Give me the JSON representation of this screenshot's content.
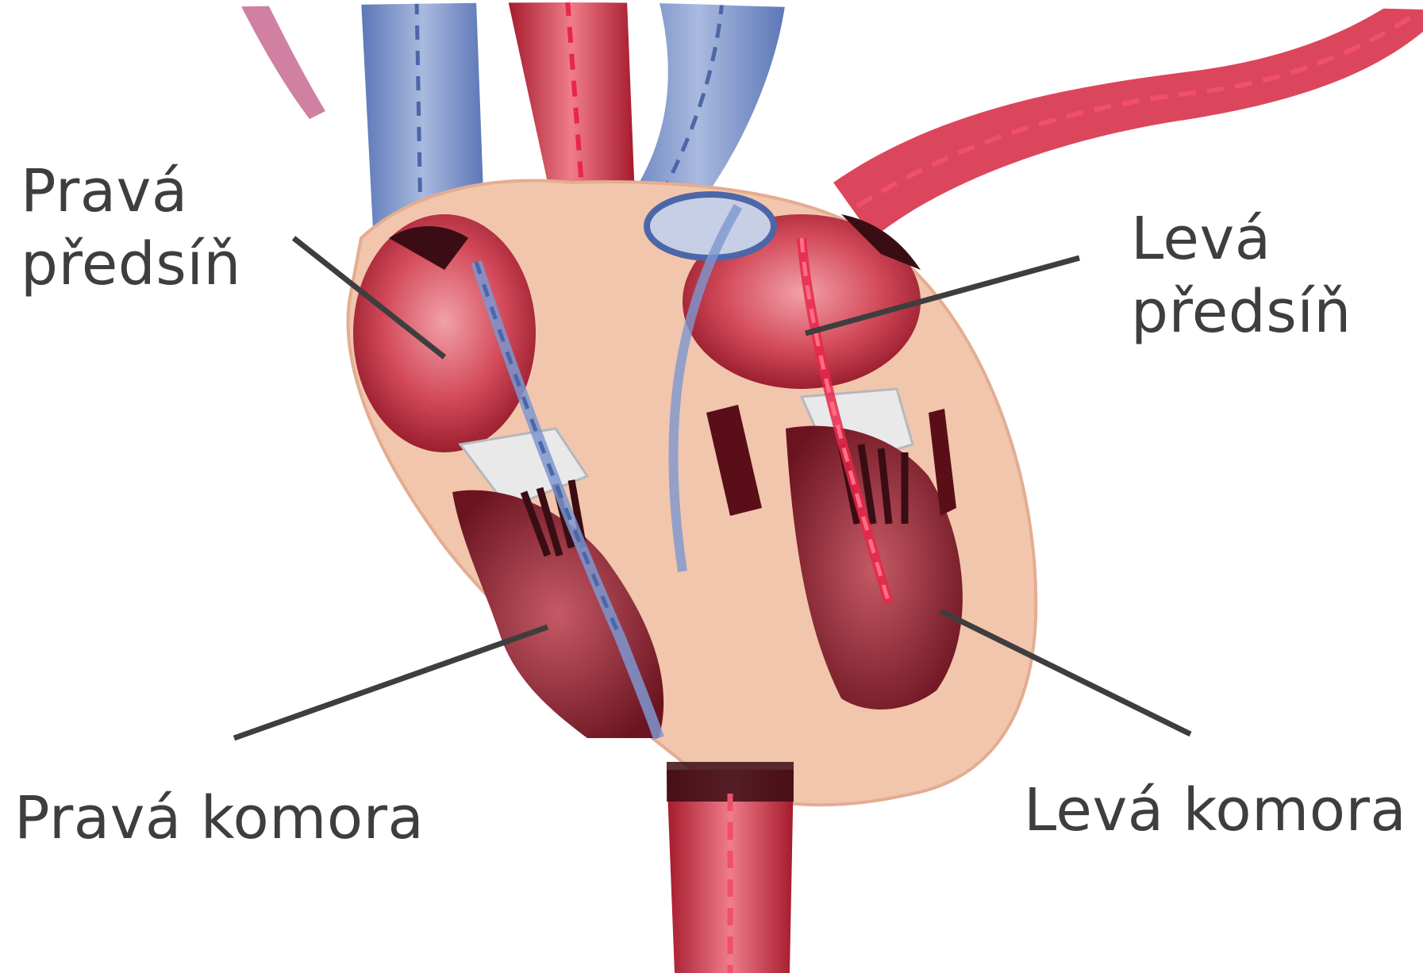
{
  "labels": {
    "right_atrium": {
      "line1": "Pravá",
      "line2": "předsíň"
    },
    "left_atrium": {
      "line1": "Levá",
      "line2": "předsíň"
    },
    "right_ventricle": {
      "text": "Pravá komora"
    },
    "left_ventricle": {
      "text": "Levá komora"
    }
  },
  "colors": {
    "deoxygenated": "#7e96cf",
    "oxygenated": "#d8324a",
    "pericardium": "#f1c6ad",
    "chamber_dark": "#7a1420",
    "leader_line": "#3e3e3e",
    "label_text": "#3e3e3e"
  }
}
